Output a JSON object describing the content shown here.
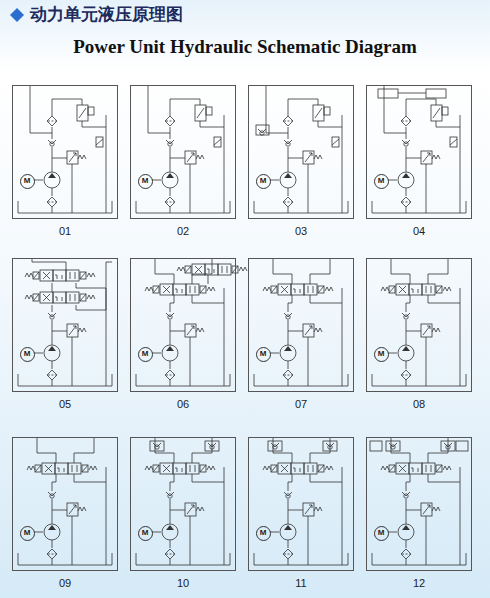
{
  "diagram": {
    "title": "动力单元液压原理图",
    "nodes": [
      {
        "text": [
          "01"
        ]
      },
      {
        "text": [
          "M"
        ],
        "in": 0
      },
      {
        "text": [
          "02"
        ]
      },
      {
        "text": [
          "M"
        ],
        "in": 2
      },
      {
        "text": [
          "03"
        ]
      },
      {
        "text": [
          "M"
        ],
        "in": 4
      },
      {
        "text": [
          "04"
        ]
      },
      {
        "text": [
          "M"
        ],
        "in": 6
      },
      {
        "text": [
          "05"
        ]
      },
      {
        "text": [
          "M"
        ],
        "in": 8
      },
      {
        "text": [
          "06"
        ]
      },
      {
        "text": [
          "M"
        ],
        "in": 10
      },
      {
        "text": [
          "07"
        ]
      },
      {
        "text": [
          "M"
        ],
        "in": 12
      },
      {
        "text": [
          "08"
        ]
      },
      {
        "text": [
          "M"
        ],
        "in": 14
      },
      {
        "text": [
          "09"
        ]
      },
      {
        "text": [
          "M"
        ],
        "in": 16
      },
      {
        "text": [
          "10"
        ]
      },
      {
        "text": [
          "M"
        ],
        "in": 18
      },
      {
        "text": [
          "11"
        ]
      },
      {
        "text": [
          "M"
        ],
        "in": 20
      },
      {
        "text": [
          "12"
        ]
      },
      {
        "text": [
          "M"
        ],
        "in": 22
      }
    ],
    "labels": [
      "Power Unit Hydraulic Schematic Diagram"
    ]
  }
}
